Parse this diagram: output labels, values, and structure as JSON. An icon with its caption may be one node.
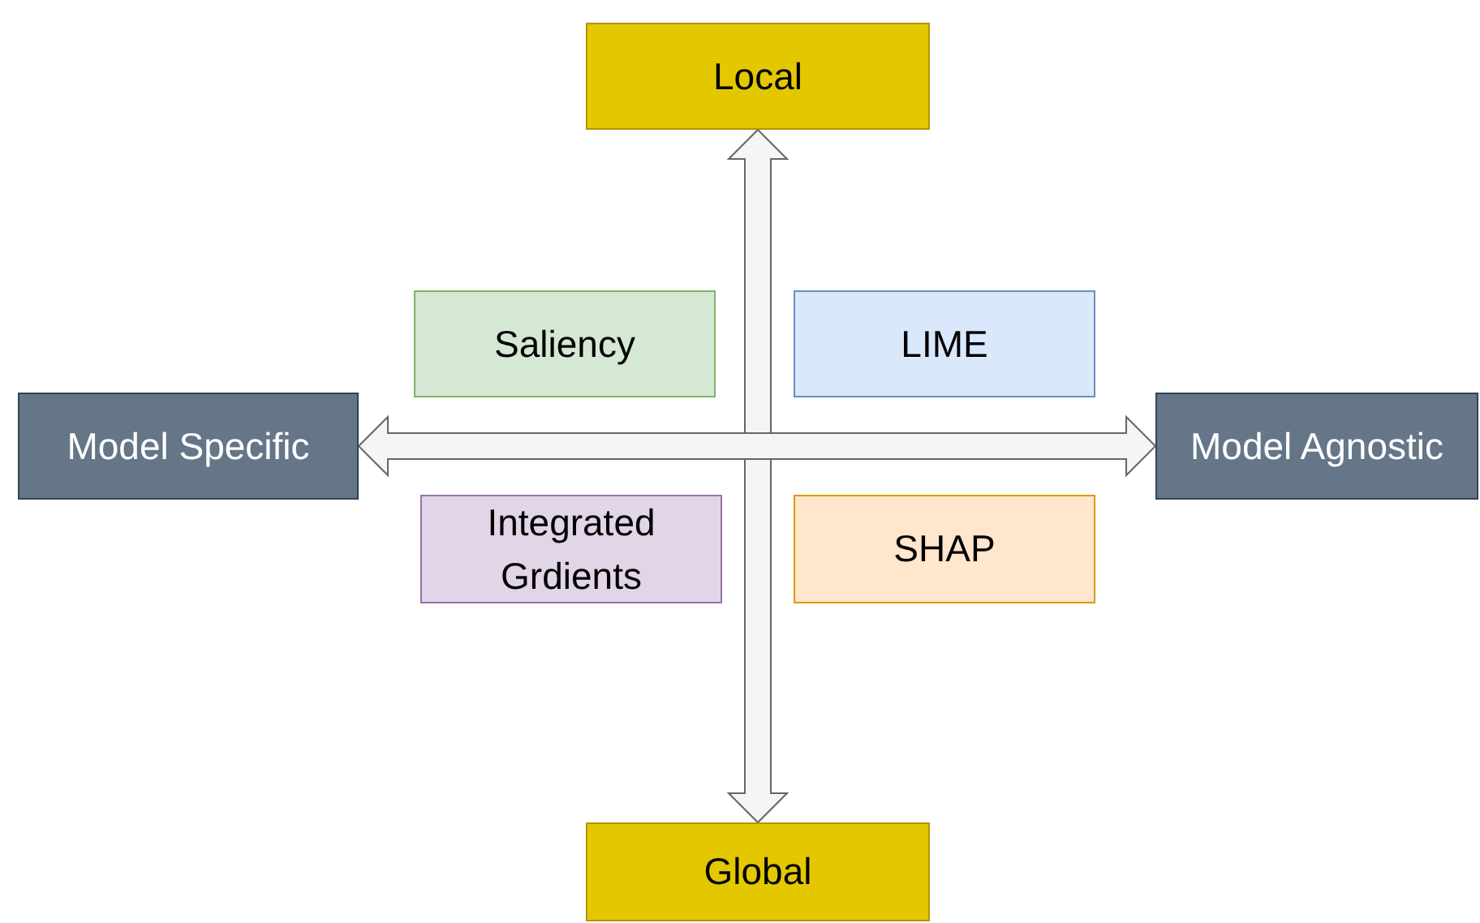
{
  "diagram": {
    "nodes": [
      {
        "text": [
          "Local"
        ]
      },
      {
        "text": [
          "Saliency"
        ]
      },
      {
        "text": [
          "LIME"
        ]
      },
      {
        "text": [
          "Model Specific"
        ]
      },
      {
        "text": [
          "Model Agnostic"
        ]
      },
      {
        "text": [
          "Integrated Grdients"
        ]
      },
      {
        "text": [
          "SHAP"
        ]
      },
      {
        "text": [
          "Global"
        ]
      }
    ],
    "edges": [
      {
        "from": 0,
        "to": 7,
        "arrow": "both"
      },
      {
        "from": 3,
        "to": 4,
        "arrow": "both"
      }
    ]
  }
}
